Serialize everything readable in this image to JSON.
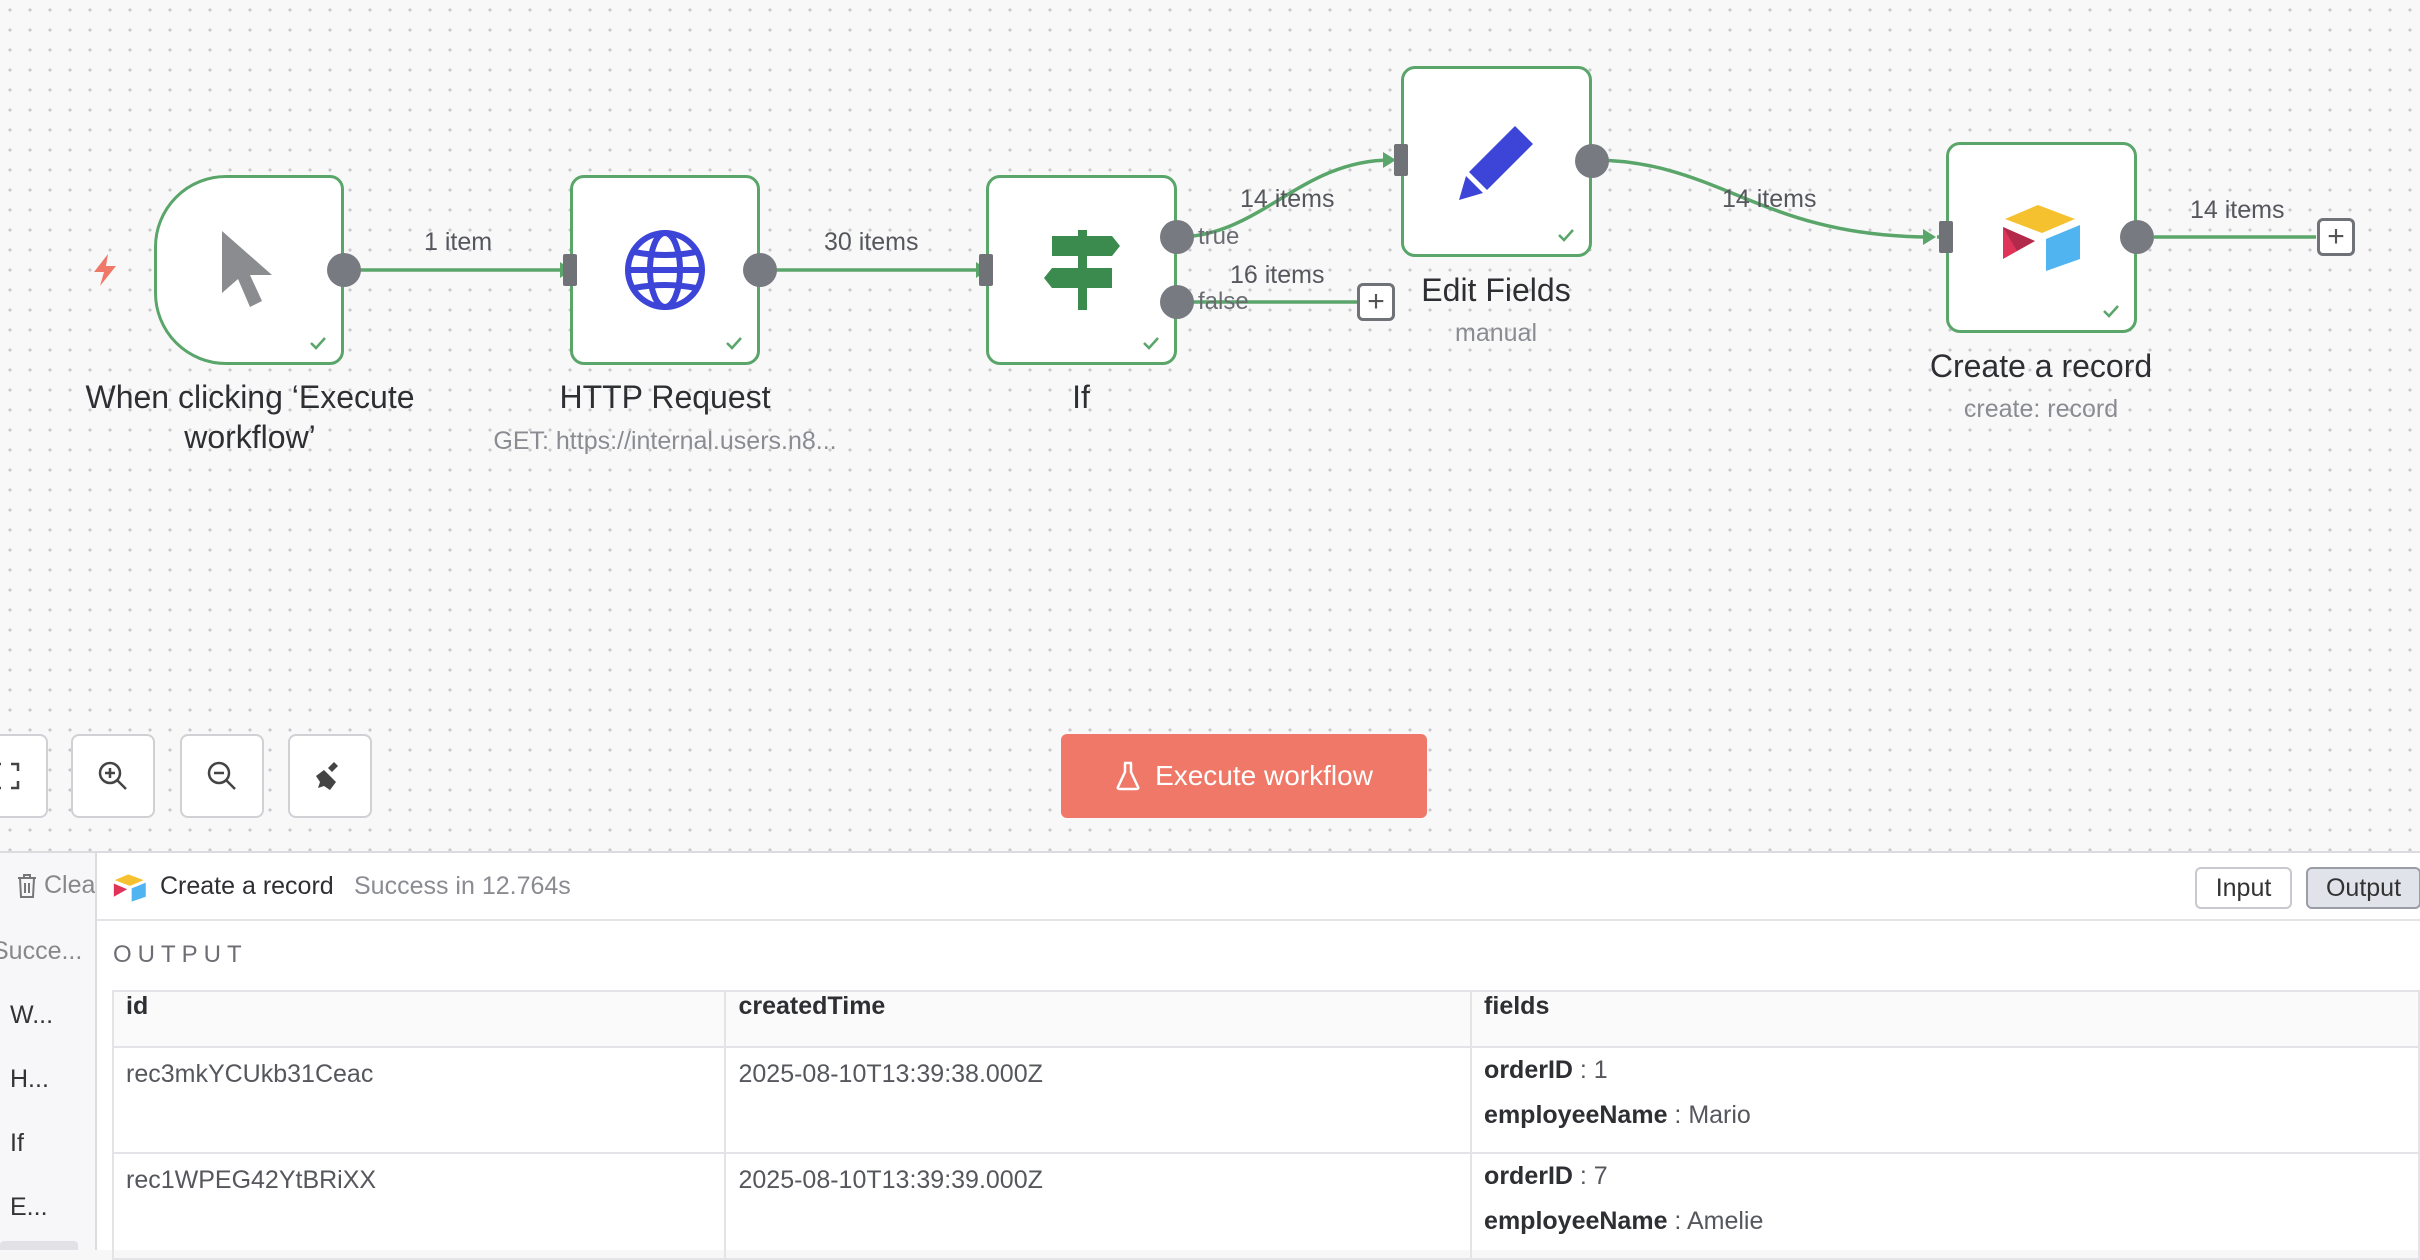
{
  "canvas": {
    "nodes": [
      {
        "title": "When clicking ‘Execute workflow’",
        "subtitle": "",
        "icon": "cursor-icon"
      },
      {
        "title": "HTTP Request",
        "subtitle": "GET: https://internal.users.n8...",
        "icon": "globe-icon"
      },
      {
        "title": "If",
        "subtitle": "",
        "icon": "signpost-icon"
      },
      {
        "title": "Edit Fields",
        "subtitle": "manual",
        "icon": "pencil-icon"
      },
      {
        "title": "Create a record",
        "subtitle": "create: record",
        "icon": "airtable-icon"
      }
    ],
    "edges": {
      "trigger_to_http": "1 item",
      "http_to_if": "30 items",
      "if_true_to_edit": "14 items",
      "if_false": "16 items",
      "edit_to_create": "14 items",
      "create_out": "14 items"
    },
    "ports": {
      "true": "true",
      "false": "false"
    },
    "plus_label": "+"
  },
  "toolbar": {
    "execute_label": "Execute workflow"
  },
  "panel": {
    "clear_label": "Clear execution",
    "left_items": [
      "Succe...",
      "W...",
      "H...",
      "If",
      "E..."
    ],
    "node_name": "Create a record",
    "status": "Success in 12.764s",
    "input_label": "Input",
    "output_label": "Output",
    "section_title": "OUTPUT",
    "table": {
      "columns": [
        "id",
        "createdTime",
        "fields"
      ],
      "rows": [
        {
          "id": "rec3mkYCUkb31Ceac",
          "createdTime": "2025-08-10T13:39:38.000Z",
          "fields": [
            {
              "key": "orderID",
              "value": "1"
            },
            {
              "key": "employeeName",
              "value": "Mario"
            }
          ]
        },
        {
          "id": "rec1WPEG42YtBRiXX",
          "createdTime": "2025-08-10T13:39:39.000Z",
          "fields": [
            {
              "key": "orderID",
              "value": "7"
            },
            {
              "key": "employeeName",
              "value": "Amelie"
            }
          ]
        }
      ]
    }
  },
  "colors": {
    "success": "#5aa56a",
    "execute": "#ef7868",
    "trigger_bolt": "#ef7868"
  }
}
